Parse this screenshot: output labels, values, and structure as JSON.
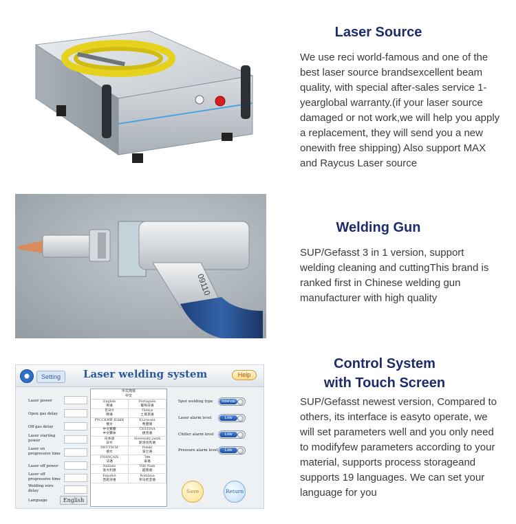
{
  "sections": [
    {
      "title_lines": [
        "Laser Source"
      ],
      "body": "We use reci world-famous and one of the best laser source brandsexcellent beam quality, with special after-sales service 1-yearglobal warranty.(if your laser source damaged or not work,we will help you apply a replacement, they will send you a new onewith free shipping) Also support MAX and Raycus Laser source"
    },
    {
      "title_lines": [
        "Welding Gun"
      ],
      "body": "SUP/Gefasst 3 in 1 version, support welding cleaning and cuttingThis brand is ranked first in Chinese welding gun manufacturer with high quality"
    },
    {
      "title_lines": [
        "Control System",
        "with Touch Screen"
      ],
      "body": "SUP/Gefasst newest version, Compared to others, its interface is easyto operate, we will set parameters well and you only need to modifyfew parameters according to your material, supports process storageand supports 19 languages. We can set your language for you"
    }
  ],
  "gun_label": "09110",
  "control_panel": {
    "setting_label": "Setting",
    "title": "Laser welding system",
    "help_label": "Help",
    "left_labels": [
      "Laser power",
      "Open gas delay",
      "Off gas delay",
      "Laser starting power",
      "Laser on progressive time",
      "Laser off power",
      "Laser off progressive time",
      "Welding wire delay",
      "Language"
    ],
    "language_button": "English",
    "language_header": [
      "中文简体",
      "中文"
    ],
    "languages": [
      [
        "English",
        "英语"
      ],
      [
        "Português",
        "葡萄牙语"
      ],
      [
        "한국어",
        "韩语"
      ],
      [
        "Türkçe",
        "土耳其语"
      ],
      [
        "PУCCKИЙ ЯЗЫК",
        "俄文"
      ],
      [
        "Ελληνικά",
        "希腊语"
      ],
      [
        "中文繁體",
        "中文繁体"
      ],
      [
        "ČEŠTINA",
        "捷克语"
      ],
      [
        "日本語",
        "日文"
      ],
      [
        "Slovenský jazyk",
        "斯洛伐克语"
      ],
      [
        "DEUTSCH",
        "德文"
      ],
      [
        "Polski",
        "波兰语"
      ],
      [
        "FRANÇAIS",
        "法语"
      ],
      [
        "ไทย",
        "泰语"
      ],
      [
        "Italiano",
        "意大利语"
      ],
      [
        "Việt Nam",
        "越南语"
      ],
      [
        "Español",
        "西班牙语"
      ],
      [
        "România",
        "罗马尼亚语"
      ]
    ],
    "right_labels": [
      "Spot welding type",
      "Laser alarm level",
      "Chiller alarm level",
      "Pressure alarm level"
    ],
    "toggles": [
      "Interval",
      "Low",
      "Low",
      "Low"
    ],
    "save_label": "Save",
    "return_label": "Return"
  }
}
